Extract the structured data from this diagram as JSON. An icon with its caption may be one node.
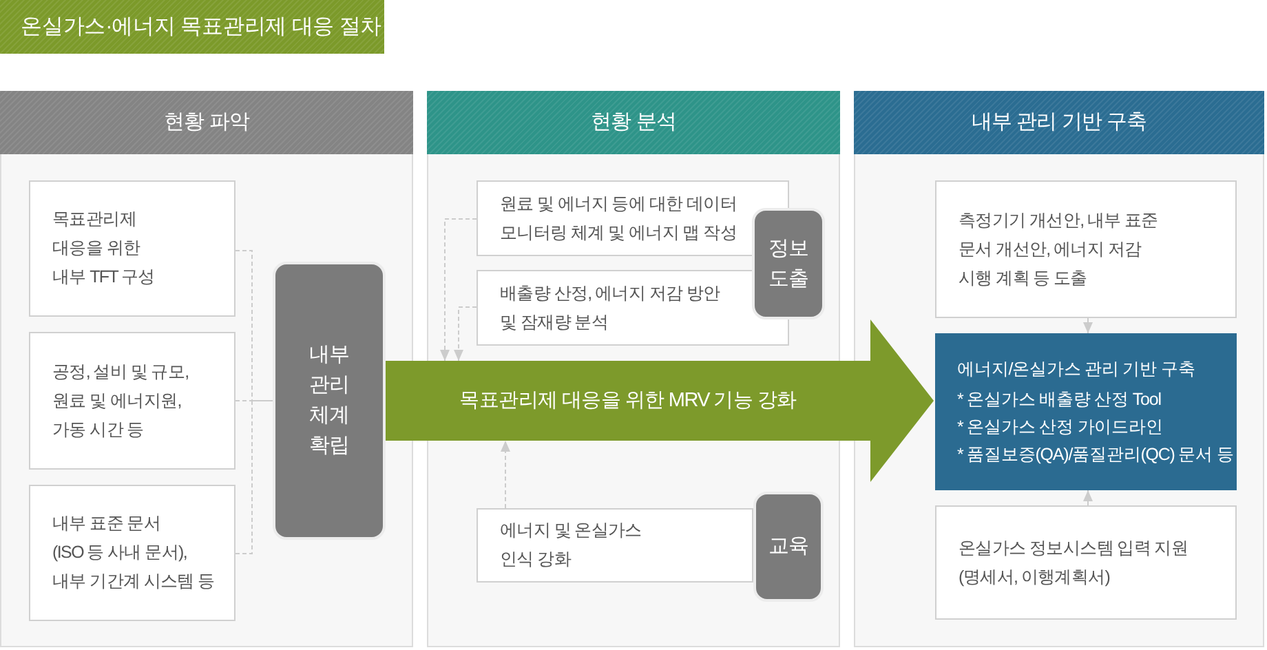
{
  "diagram": {
    "title": "온실가스·에너지 목표관리제 대응 절차",
    "nodes": [
      {
        "text": [
          "현황 파악"
        ]
      },
      {
        "text": [
          "목표관리제 대응을 위한 내부 TFT 구성"
        ],
        "in": 0
      },
      {
        "text": [
          "공정, 설비 및 규모, 원료 및 에너지원, 가동 시간 등"
        ],
        "in": 0
      },
      {
        "text": [
          "내부 표준 문서 (ISO 등 사내 문서), 내부 기간계 시스템 등"
        ],
        "in": 0
      },
      {
        "text": [
          "내부 관리 체계 확립"
        ],
        "in": 0
      },
      {
        "text": [
          "현황 분석"
        ]
      },
      {
        "text": [
          "원료 및 에너지 등에 대한 데이터 모니터링 체계 및 에너지 맵 작성"
        ],
        "in": 5
      },
      {
        "text": [
          "배출량 산정, 에너지 저감 방안 및 잠재량 분석"
        ],
        "in": 5
      },
      {
        "text": [
          "정보 도출"
        ],
        "in": 5
      },
      {
        "text": [
          "목표관리제 대응을 위한 MRV 기능 강화"
        ]
      },
      {
        "text": [
          "에너지 및 온실가스 인식 강화"
        ],
        "in": 5
      },
      {
        "text": [
          "교육"
        ],
        "in": 5
      },
      {
        "text": [
          "내부 관리 기반 구축"
        ]
      },
      {
        "text": [
          "측정기기 개선안, 내부 표준 문서 개선안, 에너지 저감 시행 계획 등 도출"
        ],
        "in": 12
      },
      {
        "text": [
          "에너지/온실가스 관리 기반 구축",
          "* 온실가스 배출량 산정 Tool",
          "* 온실가스 산정 가이드라인",
          "* 품질보증(QA)/품질관리(QC) 문서 등"
        ],
        "in": 12
      },
      {
        "text": [
          "온실가스 정보시스템 입력 지원 (명세서, 이행계획서)"
        ],
        "in": 12
      }
    ],
    "edges": [
      {
        "from": 1,
        "to": 4,
        "arrow": "none",
        "style": "dashed"
      },
      {
        "from": 2,
        "to": 4,
        "arrow": "none",
        "style": "dashed"
      },
      {
        "from": 3,
        "to": 4,
        "arrow": "none",
        "style": "dashed"
      },
      {
        "from": 6,
        "to": 9,
        "arrow": "to",
        "style": "dashed"
      },
      {
        "from": 7,
        "to": 9,
        "arrow": "to",
        "style": "dashed"
      },
      {
        "from": 10,
        "to": 9,
        "arrow": "to",
        "style": "dashed"
      },
      {
        "from": 13,
        "to": 14,
        "arrow": "to"
      },
      {
        "from": 15,
        "to": 14,
        "arrow": "to"
      }
    ]
  }
}
